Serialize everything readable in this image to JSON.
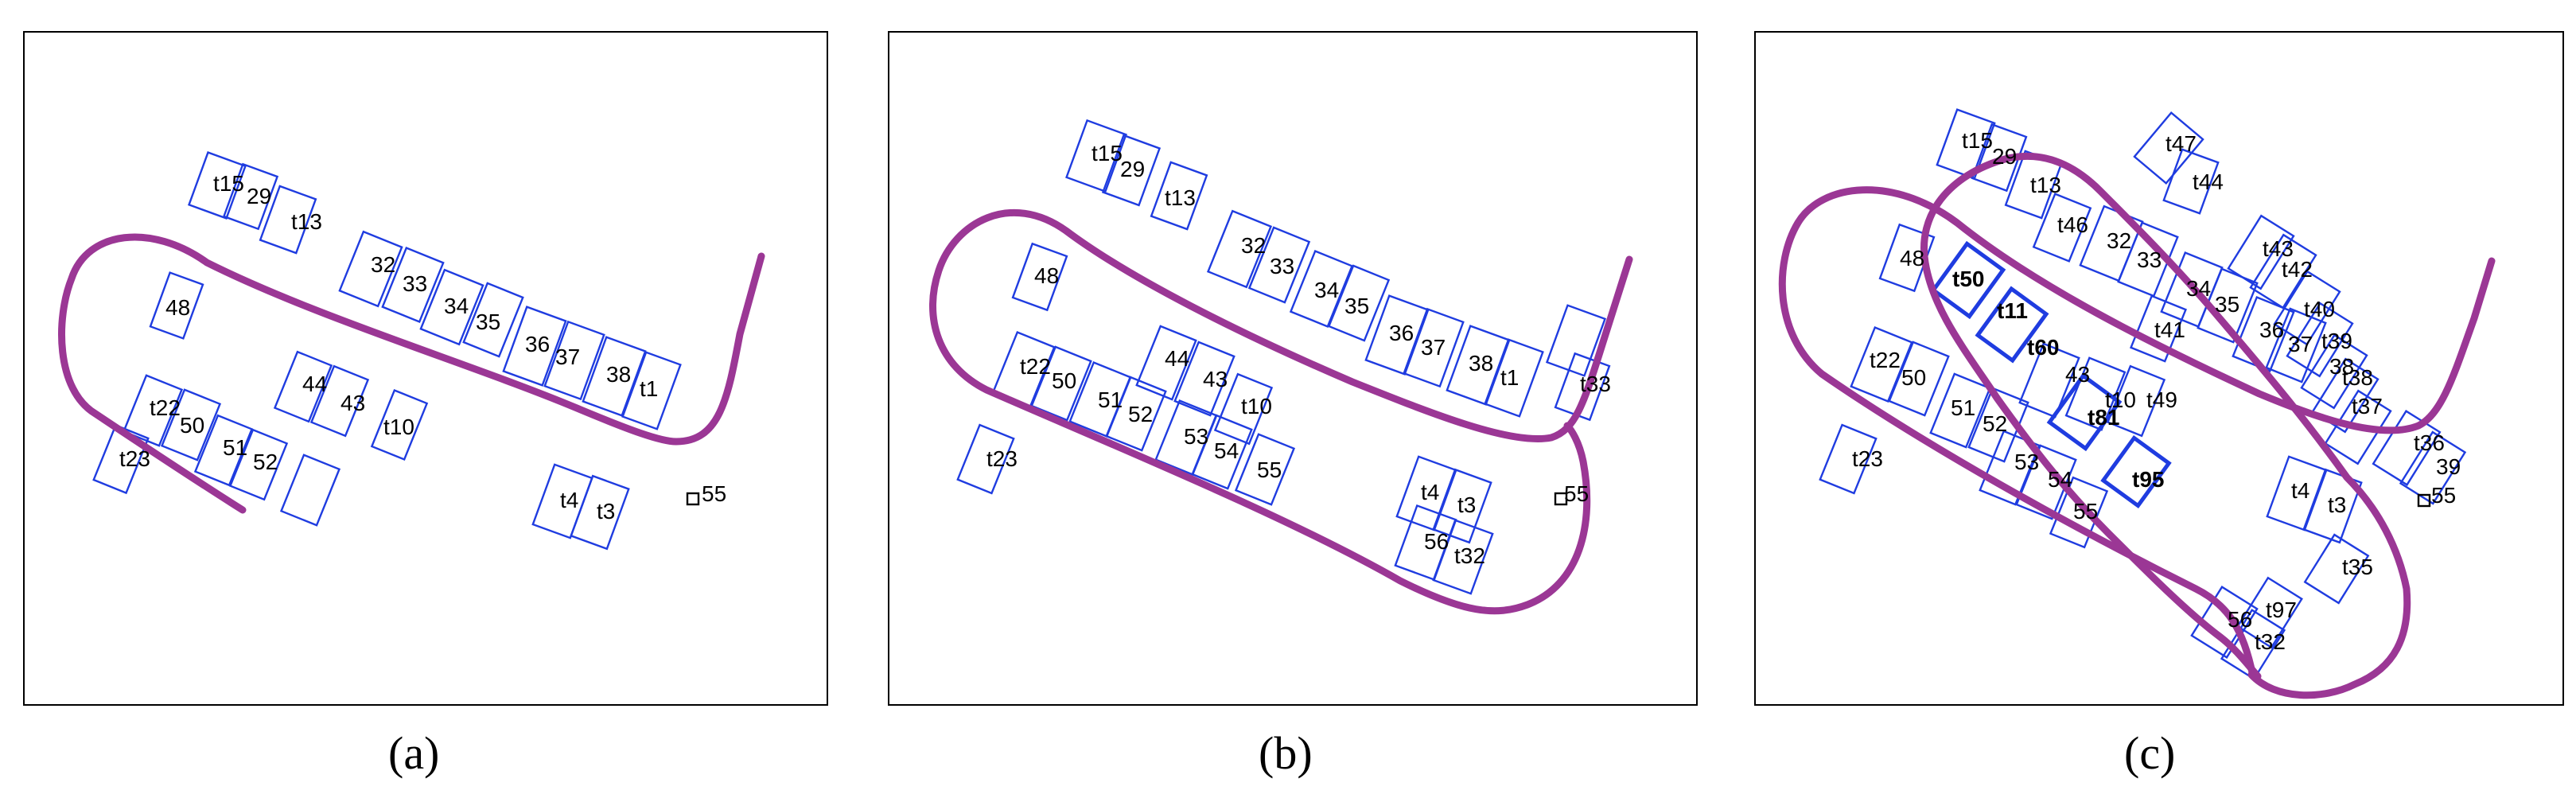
{
  "panels": [
    {
      "caption": "(a)",
      "labels": [
        "t15",
        "29",
        "t13",
        "48",
        "32",
        "33",
        "34",
        "35",
        "36",
        "37",
        "38",
        "t1",
        "44",
        "43",
        "t22",
        "50",
        "t10",
        "51",
        "52",
        "t23",
        "t4",
        "t3",
        "55"
      ]
    },
    {
      "caption": "(b)",
      "labels": [
        "t15",
        "29",
        "t13",
        "48",
        "32",
        "33",
        "34",
        "35",
        "36",
        "37",
        "38",
        "t1",
        "t33",
        "44",
        "43",
        "t22",
        "50",
        "51",
        "52",
        "t10",
        "53",
        "54",
        "55",
        "t23",
        "t4",
        "t3",
        "56",
        "t32",
        "55"
      ]
    },
    {
      "caption": "(c)",
      "labels": [
        "t15",
        "29",
        "t47",
        "t44",
        "t13",
        "t46",
        "48",
        "32",
        "33",
        "t43",
        "t42",
        "34",
        "35",
        "t41",
        "36",
        "37",
        "t40",
        "t39",
        "38",
        "t38",
        "t37",
        "t50",
        "t11",
        "t60",
        "43",
        "t10",
        "t49",
        "t22",
        "50",
        "51",
        "52",
        "t81",
        "t36",
        "39",
        "55",
        "53",
        "54",
        "55",
        "t95",
        "t4",
        "t3",
        "t23",
        "t35",
        "t97",
        "56",
        "t32"
      ]
    }
  ]
}
